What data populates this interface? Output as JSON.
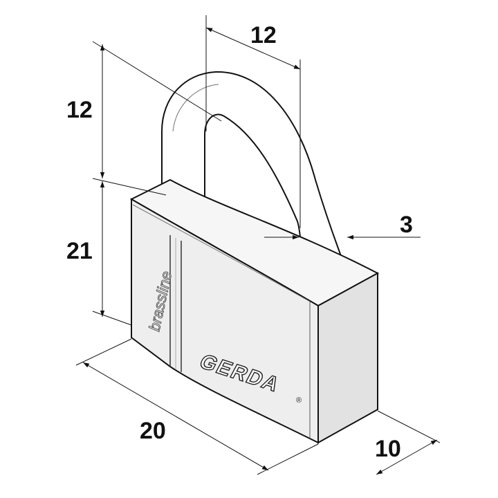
{
  "diagram": {
    "product_brand": "GERDA",
    "product_brand_mark": "®",
    "product_line": "brassline",
    "dimensions": {
      "shackle_clearance_width": "12",
      "shackle_clearance_height": "12",
      "body_height": "21",
      "shackle_diameter": "3",
      "body_width": "20",
      "body_depth": "10"
    }
  }
}
